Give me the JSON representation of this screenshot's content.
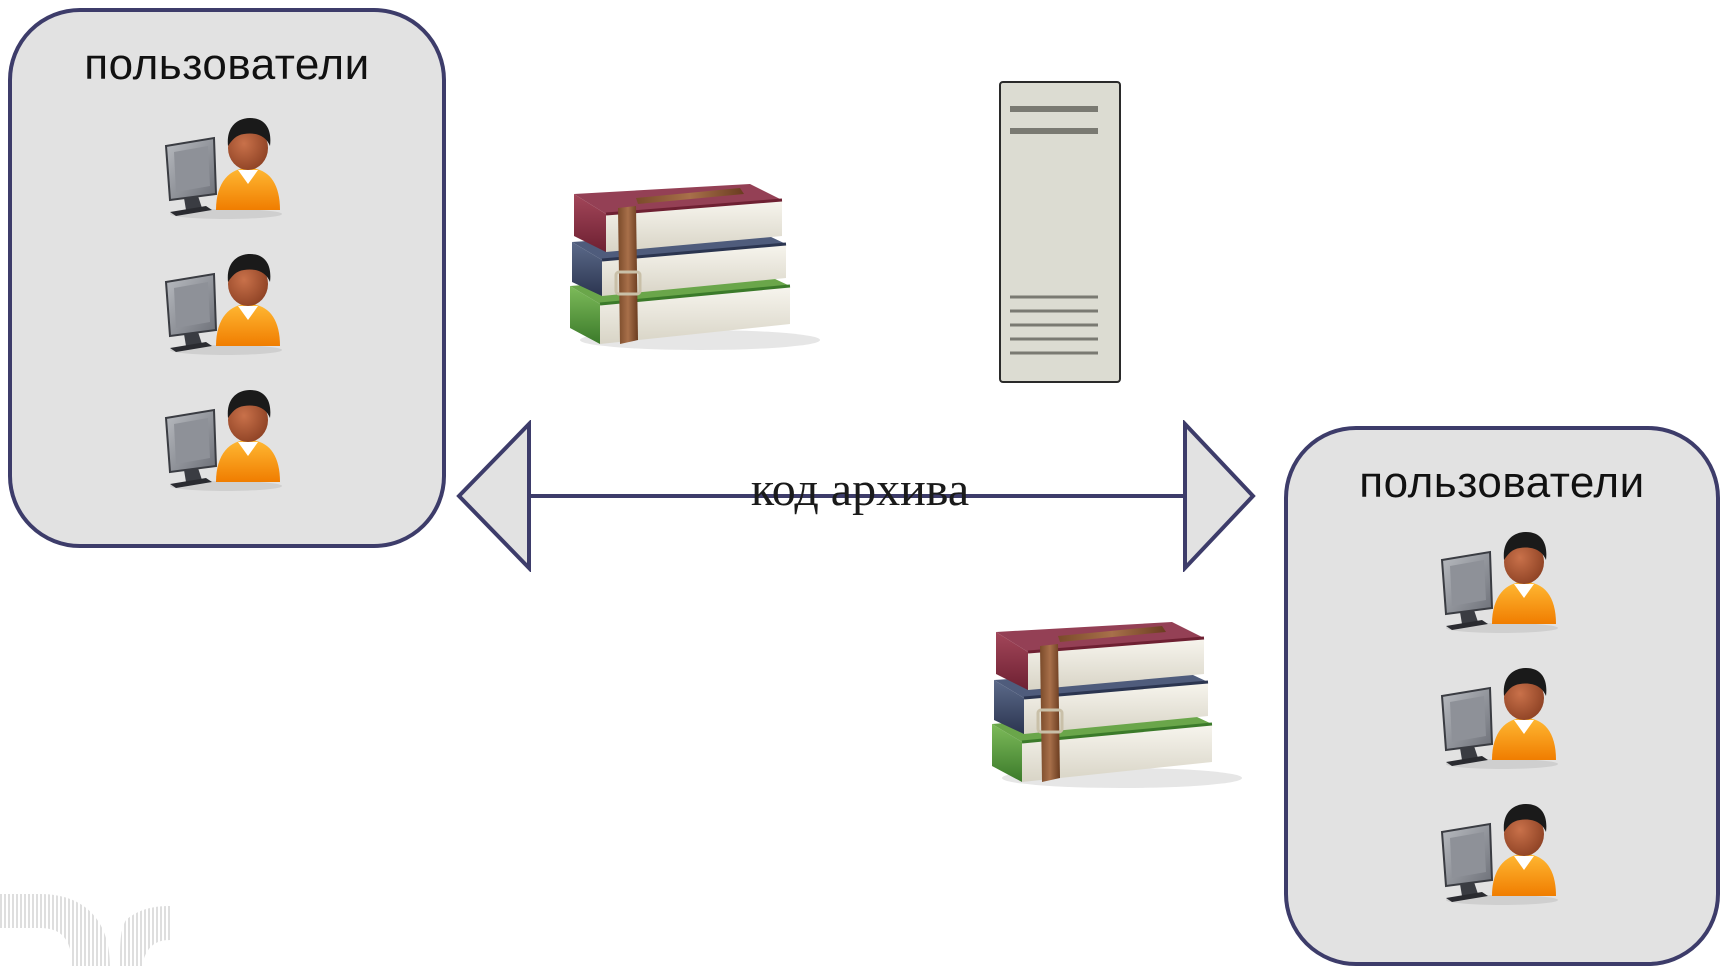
{
  "groups": [
    {
      "title": "пользователи",
      "users": 3
    },
    {
      "title": "пользователи",
      "users": 3
    }
  ],
  "link": {
    "label": "код архива",
    "direction": "bidirectional"
  },
  "icons": {
    "user": "user-at-computer-icon",
    "archive": "winrar-archive-books-icon",
    "server": "server-tower-icon"
  },
  "colors": {
    "box_fill": "#e2e2e2",
    "box_border": "#3d3c6a",
    "arrow_stroke": "#3d3c6a",
    "arrow_head_fill": "#e2e2e2",
    "server_fill": "#dcdcd2"
  }
}
